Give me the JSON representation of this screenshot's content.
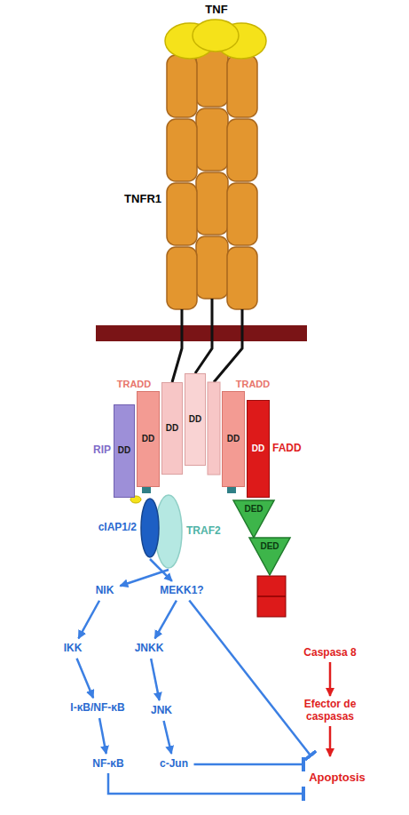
{
  "diagram": {
    "nodes": [
      {
        "text": [
          "RIP",
          "DD"
        ]
      },
      {
        "text": [
          "TRADD",
          "DD"
        ]
      },
      {
        "text": [
          "DD"
        ]
      },
      {
        "text": [
          "DD"
        ]
      },
      {
        "text": [
          "TRADD",
          "DD"
        ]
      },
      {
        "text": [
          "FADD",
          "DD"
        ]
      },
      {
        "text": [
          "DED"
        ]
      },
      {
        "text": [
          "DED"
        ]
      },
      {
        "text": [
          "cIAP1/2"
        ]
      },
      {
        "text": [
          "TRAF2"
        ]
      },
      {
        "text": [
          "NIK"
        ]
      },
      {
        "text": [
          "MEKK1?"
        ]
      },
      {
        "text": [
          "IKK"
        ]
      },
      {
        "text": [
          "JNKK"
        ]
      },
      {
        "text": [
          "Caspasa 8"
        ]
      },
      {
        "text": [
          "I-κB/NF-κB"
        ]
      },
      {
        "text": [
          "JNK"
        ]
      },
      {
        "text": [
          "Efector de caspasas"
        ]
      },
      {
        "text": [
          "NF-κB"
        ]
      },
      {
        "text": [
          "c-Jun"
        ]
      },
      {
        "text": [
          "Apoptosis"
        ]
      }
    ],
    "edges": [
      {
        "from": 9,
        "to": 10,
        "arrow": "to"
      },
      {
        "from": 8,
        "to": 11,
        "arrow": "to"
      },
      {
        "from": 10,
        "to": 12,
        "arrow": "to"
      },
      {
        "from": 11,
        "to": 13,
        "arrow": "to"
      },
      {
        "from": 12,
        "to": 15,
        "arrow": "to"
      },
      {
        "from": 13,
        "to": 16,
        "arrow": "to"
      },
      {
        "from": 15,
        "to": 18,
        "arrow": "to"
      },
      {
        "from": 16,
        "to": 19,
        "arrow": "to"
      },
      {
        "from": 11,
        "to": 20,
        "arrow": "to"
      },
      {
        "from": 19,
        "to": 20,
        "arrow": "to"
      },
      {
        "from": 18,
        "to": 20,
        "arrow": "to"
      },
      {
        "from": 14,
        "to": 17,
        "arrow": "to"
      },
      {
        "from": 17,
        "to": 20,
        "arrow": "to"
      }
    ],
    "labels": [
      "TNF",
      "TNFR1"
    ]
  }
}
